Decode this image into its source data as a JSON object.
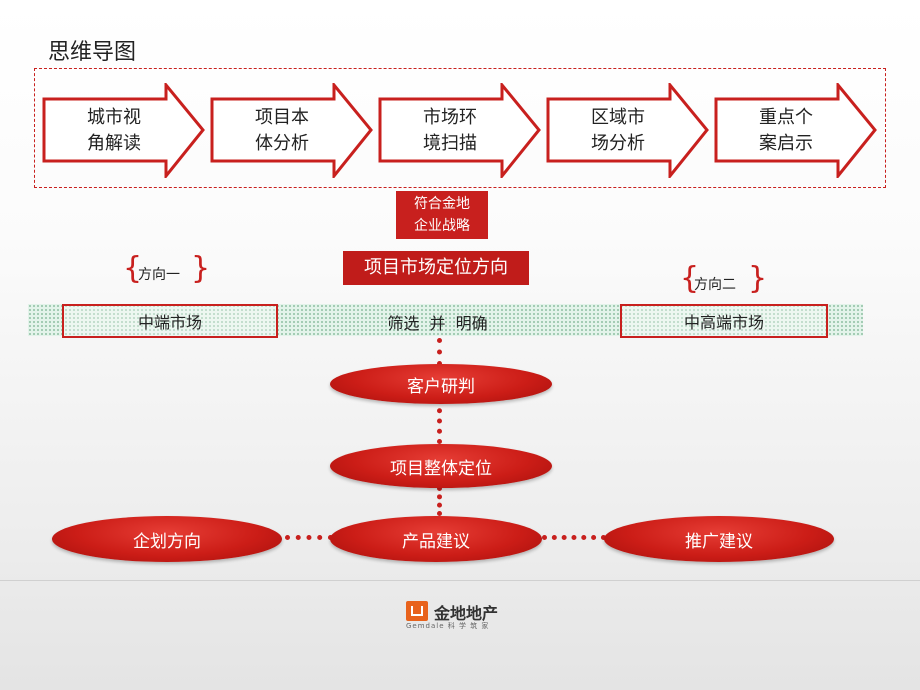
{
  "title": "思维导图",
  "flow_steps": [
    {
      "label": "城市视\n角解读"
    },
    {
      "label": "项目本\n体分析"
    },
    {
      "label": "市场环\n境扫描"
    },
    {
      "label": "区域市\n场分析"
    },
    {
      "label": "重点个\n案启示"
    }
  ],
  "strategy": "符合金地\n企业战略",
  "direction_title": "项目市场定位方向",
  "direction_one": {
    "brace": "{",
    "label": "方向一",
    "close": "}",
    "market": "中端市场"
  },
  "direction_two": {
    "brace": "{",
    "label": "方向二",
    "close": "}",
    "market": "中高端市场"
  },
  "filter_text": "筛选  并  明确",
  "nodes": {
    "customer": "客户研判",
    "positioning": "项目整体定位",
    "planning": "企划方向",
    "product": "产品建议",
    "promotion": "推广建议"
  },
  "logo": {
    "name": "金地地产",
    "sub": "Gemdale  科 学 筑 家"
  },
  "colors": {
    "accent": "#c8201e",
    "band": "#e3f3ea"
  }
}
